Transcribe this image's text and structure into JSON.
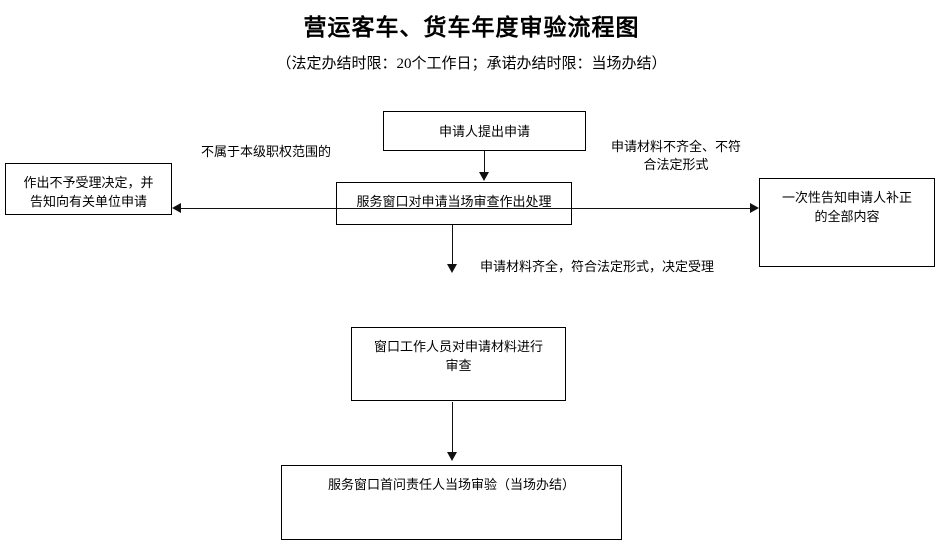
{
  "document": {
    "title": "营运客车、货车年度审验流程图",
    "subtitle": "（法定办结时限：20个工作日；承诺办结时限：当场办结）"
  },
  "flowchart": {
    "type": "flowchart",
    "nodes": [
      {
        "id": "apply",
        "label": "申请人提出申请"
      },
      {
        "id": "window_review",
        "label": "服务窗口对申请当场审查作出处理"
      },
      {
        "id": "reject",
        "label": "作出不予受理决定，并\n告知向有关单位申请"
      },
      {
        "id": "notify_fix",
        "label": "一次性告知申请人补正\n的全部内容"
      },
      {
        "id": "staff_review",
        "label": "窗口工作人员对申请材料进行\n审查"
      },
      {
        "id": "on_site",
        "label": "服务窗口首问责任人当场审验（当场办结）"
      }
    ],
    "edge_labels": {
      "not_in_scope": "不属于本级职权范围的",
      "incomplete": "申请材料不齐全、不符\n合法定形式",
      "accepted": "申请材料齐全，符合法定形式，决定受理"
    }
  },
  "colors": {
    "line": "#111111",
    "box_border": "#000000",
    "background": "#ffffff",
    "text": "#000000"
  }
}
